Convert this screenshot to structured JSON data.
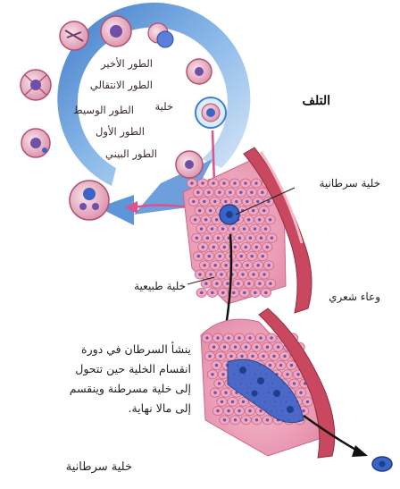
{
  "phases": {
    "p1": "الطور الأخير",
    "p2": "الطور الانتقالي",
    "p3": "الطور الوسيط",
    "p4": "الطور الأول",
    "p5": "الطور البيني"
  },
  "labels": {
    "cell": "خلية",
    "damage": "التلف",
    "cancer_cell": "خلية سرطانية",
    "normal_cell": "خلية طبيعية",
    "capillary": "وعاء شعري",
    "caption": "خلية سرطانية"
  },
  "paragraph": {
    "l1": "ينشأ السرطان في دورة",
    "l2": "انقسام الخلية حين تتحول",
    "l3": "إلى خلية مسرطنة وينقسم",
    "l4": "إلى مالا نهاية."
  },
  "colors": {
    "cycle_blue": "#4a8fd6",
    "cell_pink": "#e8a9c0",
    "nucleus_purple": "#6f4fa8",
    "cancer_blue": "#3b64c8",
    "vessel_red": "#c9485f",
    "arrow_pink": "#e0508a"
  }
}
